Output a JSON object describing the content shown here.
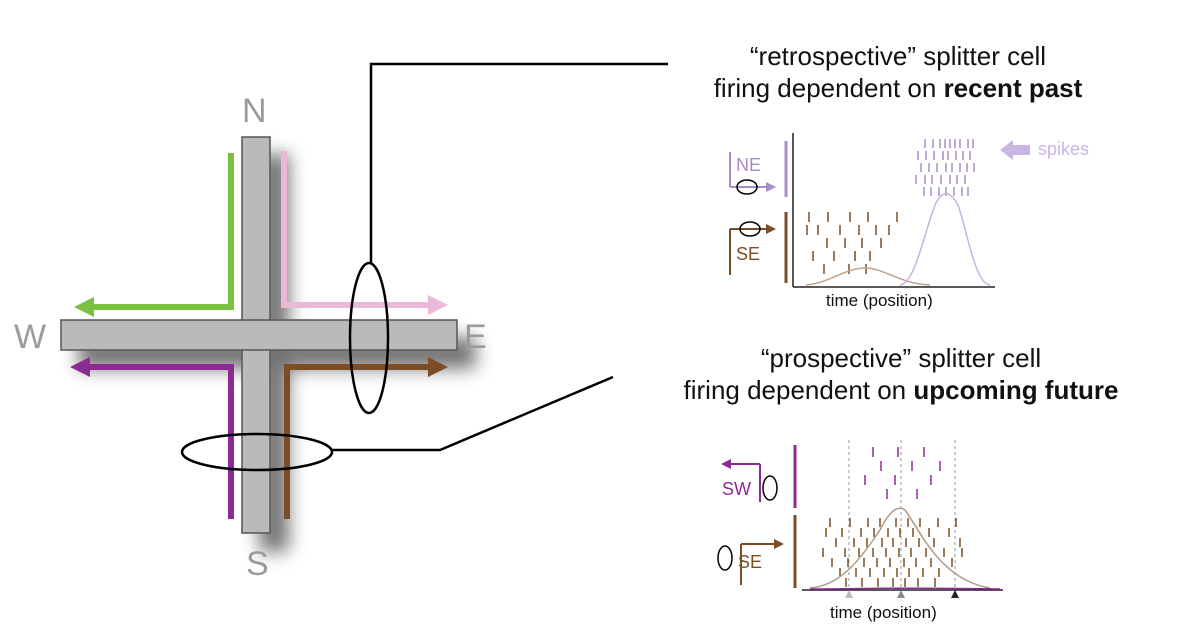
{
  "compass": {
    "north": "N",
    "south": "S",
    "east": "E",
    "west": "W"
  },
  "captions": {
    "retrospective": {
      "line1": "“retrospective” splitter cell",
      "line2_plain": "firing dependent on ",
      "line2_bold": "recent past"
    },
    "prospective": {
      "line1": "“prospective” splitter cell",
      "line2_plain": "firing dependent on ",
      "line2_bold": "upcoming future"
    }
  },
  "panels": {
    "retrospective": {
      "label_upper": "NE",
      "label_lower": "SE",
      "spikes_label": "spikes",
      "xlabel": "time (position)"
    },
    "prospective": {
      "label_upper": "SW",
      "label_lower": "SE",
      "xlabel": "time (position)"
    }
  },
  "colors": {
    "maze": "#b8babc",
    "ne_route": "#a98cc7",
    "sw_route": "#8e2a93",
    "se_route": "#7a4d26",
    "green_route": "#7ac142",
    "pink_route": "#e9b9d6",
    "spikes_arrow": "#c8b6e3"
  }
}
